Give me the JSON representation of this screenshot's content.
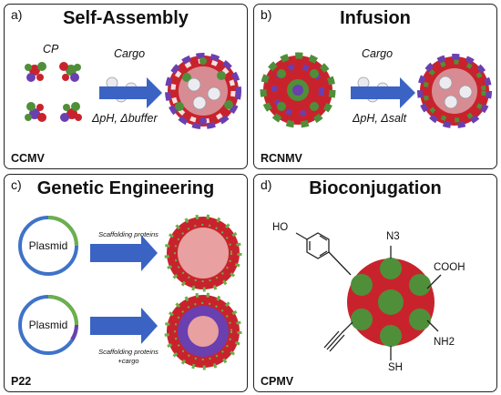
{
  "panels": [
    {
      "letter": "a)",
      "title": "Self-Assembly",
      "virus": "CCMV",
      "labels": {
        "cp": "CP",
        "cargo": "Cargo",
        "conditions": "ΔpH, Δbuffer"
      }
    },
    {
      "letter": "b)",
      "title": "Infusion",
      "virus": "RCNMV",
      "labels": {
        "cargo": "Cargo",
        "conditions": "ΔpH, Δsalt"
      }
    },
    {
      "letter": "c)",
      "title": "Genetic Engineering",
      "virus": "P22",
      "labels": {
        "plasmid_top": "Plasmid",
        "plasmid_bottom": "Plasmid",
        "scaffold_top": "Scaffolding proteins",
        "scaffold_bottom_line1": "Scaffolding proteins",
        "scaffold_bottom_line2": "+cargo"
      }
    },
    {
      "letter": "d)",
      "title": "Bioconjugation",
      "virus": "CPMV",
      "labels": {
        "ho": "HO",
        "n3": "N3",
        "cooh": "COOH",
        "nh2": "NH2",
        "sh": "SH"
      }
    }
  ],
  "colors": {
    "arrow": "#3b63c4",
    "capsid_red": "#c8232c",
    "capsid_green": "#4f8f3a",
    "capsid_purple": "#6a3fb0",
    "plasmid_blue": "#3f73c8",
    "plasmid_green": "#6bb04a"
  }
}
